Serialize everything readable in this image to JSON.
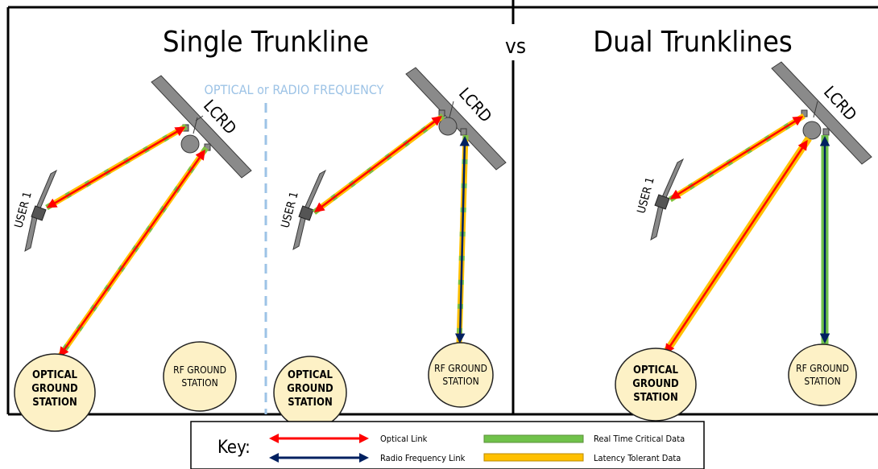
{
  "panels": {
    "single": {
      "title": "Single Trunkline"
    },
    "dual": {
      "title": "Dual Trunklines"
    },
    "vs_label": "vs",
    "divider_label": "OPTICAL or RADIO FREQUENCY"
  },
  "satellite": {
    "label": "LCRD"
  },
  "user": {
    "label": "USER 1"
  },
  "ground_stations": {
    "optical": {
      "line1": "OPTICAL",
      "line2": "GROUND",
      "line3": "STATION"
    },
    "rf": {
      "line1": "RF GROUND",
      "line2": "STATION"
    }
  },
  "key": {
    "title": "Key:",
    "items": [
      {
        "label": "Optical Link",
        "type": "arrow",
        "color": "#ff0000"
      },
      {
        "label": "Radio Frequency Link",
        "type": "arrow",
        "color": "#002060"
      },
      {
        "label": "Real Time Critical Data",
        "type": "bar",
        "color": "#70c24a"
      },
      {
        "label": "Latency Tolerant Data",
        "type": "bar",
        "color": "#ffc000"
      }
    ]
  },
  "colors": {
    "optical_link": "#ff0000",
    "rf_link": "#002060",
    "real_time": "#70c24a",
    "latency_tolerant": "#ffc000",
    "ground_fill": "#fdf1c6",
    "divider": "#9dc3e6",
    "satellite_gray": "#8a8a8a"
  }
}
